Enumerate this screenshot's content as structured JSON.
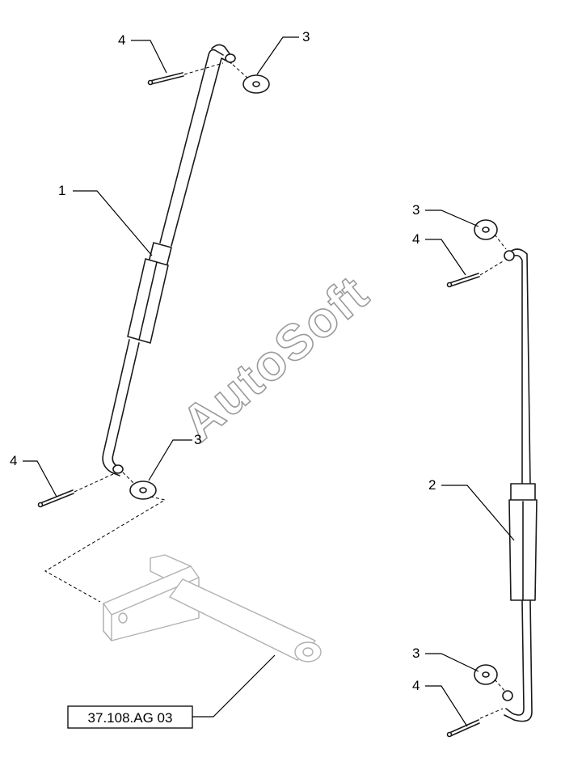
{
  "callouts": {
    "c1": "1",
    "c2": "2",
    "c3a": "3",
    "c3b": "3",
    "c3c": "3",
    "c3d": "3",
    "c4a": "4",
    "c4b": "4",
    "c4c": "4",
    "c4d": "4"
  },
  "reference": {
    "label": "37.108.AG 03"
  },
  "watermark": {
    "text": "AutoSoft"
  }
}
